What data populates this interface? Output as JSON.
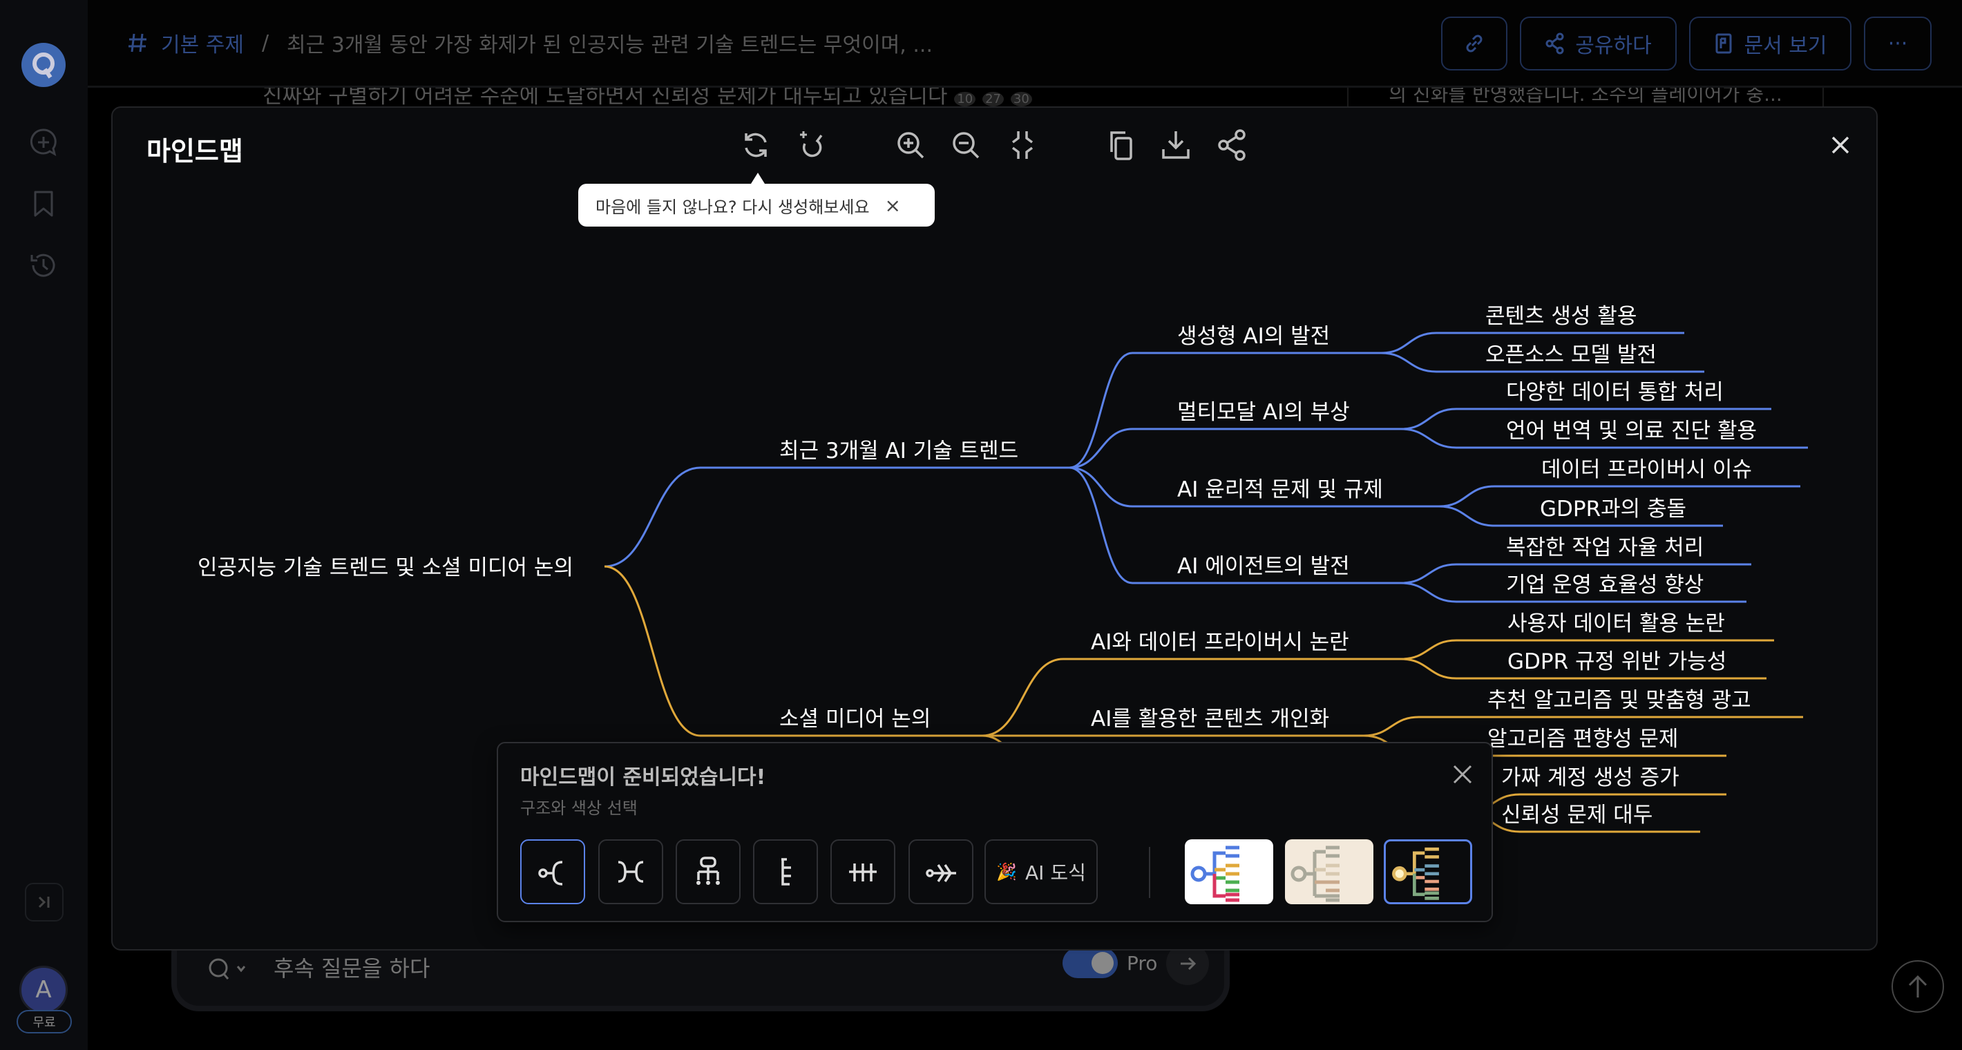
{
  "header": {
    "topic_label": "기본 주제",
    "separator": "/",
    "question_title": "최근 3개월 동안 가장 화제가 된 인공지능 관련 기술 트렌드는 무엇이며, ...",
    "share_label": "공유하다",
    "view_doc_label": "문서 보기",
    "more_label": "···"
  },
  "background": {
    "answer_line": "진짜와 구별하기 어려운 수준에 도달하면서 신뢰성 문제가 대두되고 있습니다",
    "citations": [
      "10",
      "27",
      "30"
    ],
    "side_snippet": "의 진화를 반영했습니다. 소수의 플레이어가 중..."
  },
  "sidebar": {
    "avatar_letter": "A",
    "plan_badge": "무료"
  },
  "input": {
    "placeholder": "후속 질문을 하다",
    "pro_label": "Pro",
    "pro_enabled": true
  },
  "modal": {
    "title": "마인드맵",
    "tooltip": "마음에 들지 않나요? 다시 생성해보세요",
    "tooltip_close": "×"
  },
  "panel": {
    "title": "마인드맵이 준비되었습니다!",
    "subtitle": "구조와 색상 선택",
    "ai_button": "AI 도식",
    "selected_layout": 0,
    "selected_theme": 2
  },
  "colors": {
    "blue_branch": "#5b82e8",
    "gold_branch": "#e0a83a",
    "accent": "#5b82e8"
  },
  "mindmap": {
    "root": "인공지능 기술 트렌드 및 소셜 미디어 논의",
    "branches": [
      {
        "label": "최근 3개월 AI 기술 트렌드",
        "color": "#5b82e8",
        "children": [
          {
            "label": "생성형 AI의 발전",
            "children": [
              "콘텐츠 생성 활용",
              "오픈소스 모델 발전"
            ]
          },
          {
            "label": "멀티모달 AI의 부상",
            "children": [
              "다양한 데이터 통합 처리",
              "언어 번역 및 의료 진단 활용"
            ]
          },
          {
            "label": "AI 윤리적 문제 및 규제",
            "children": [
              "데이터 프라이버시 이슈",
              "GDPR과의 충돌"
            ]
          },
          {
            "label": "AI 에이전트의 발전",
            "children": [
              "복잡한 작업 자율 처리",
              "기업 운영 효율성 향상"
            ]
          }
        ]
      },
      {
        "label": "소셜 미디어 논의",
        "color": "#e0a83a",
        "children": [
          {
            "label": "AI와 데이터 프라이버시 논란",
            "children": [
              "사용자 데이터 활용 논란",
              "GDPR 규정 위반 가능성"
            ]
          },
          {
            "label": "AI를 활용한 콘텐츠 개인화",
            "children": [
              "추천 알고리즘 및 맞춤형 광고",
              "알고리즘 편향성 문제"
            ]
          },
          {
            "children": [
              "가짜 계정 생성 증가",
              "신뢰성 문제 대두"
            ]
          }
        ]
      }
    ]
  }
}
